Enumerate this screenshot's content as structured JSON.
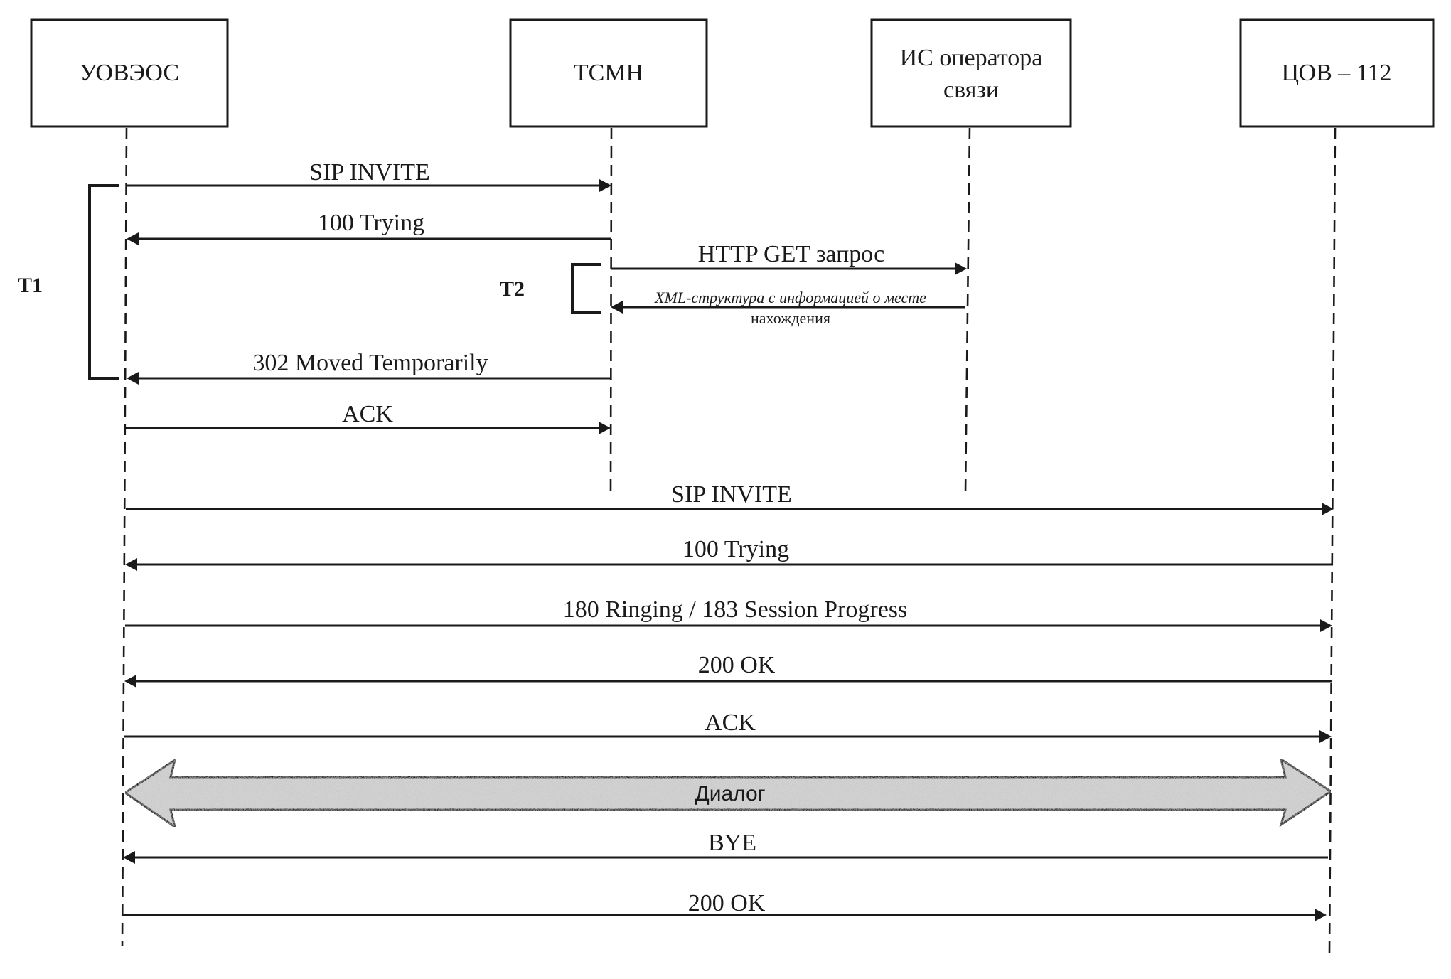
{
  "participants": [
    {
      "id": "A",
      "lines": [
        "УОВЭОС"
      ]
    },
    {
      "id": "B",
      "lines": [
        "ТСМН"
      ]
    },
    {
      "id": "C",
      "lines": [
        "ИС оператора",
        "связи"
      ]
    },
    {
      "id": "D",
      "lines": [
        "ЦОВ – 112"
      ]
    }
  ],
  "messages": [
    {
      "from": "A",
      "to": "B",
      "label": "SIP INVITE"
    },
    {
      "from": "B",
      "to": "A",
      "label": "100 Trying"
    },
    {
      "from": "B",
      "to": "C",
      "label": "HTTP GET запрос"
    },
    {
      "from": "C",
      "to": "B",
      "label": "XML-структура с информацией о месте",
      "label_below": "нахождения",
      "italic": true
    },
    {
      "from": "B",
      "to": "A",
      "label": "302 Moved Temporarily"
    },
    {
      "from": "A",
      "to": "B",
      "label": "ACK"
    },
    {
      "from": "A",
      "to": "D",
      "label": "SIP INVITE"
    },
    {
      "from": "D",
      "to": "A",
      "label": "100 Trying"
    },
    {
      "from": "A",
      "to": "D",
      "label": "180 Ringing / 183 Session Progress"
    },
    {
      "from": "D",
      "to": "A",
      "label": "200 OK"
    },
    {
      "from": "A",
      "to": "D",
      "label": "ACK"
    },
    {
      "from": "A",
      "to": "D",
      "label": "Диалог",
      "type": "bidirectional-block"
    },
    {
      "from": "D",
      "to": "A",
      "label": "BYE"
    },
    {
      "from": "A",
      "to": "D",
      "label": "200 OK"
    }
  ],
  "timers": [
    {
      "label": "T1",
      "spans_messages": [
        0,
        4
      ],
      "side": "A"
    },
    {
      "label": "T2",
      "spans_messages": [
        2,
        3
      ],
      "side": "B"
    }
  ],
  "colors": {
    "ink": "#1a1a1a",
    "dialog_fill": "#d3d3d3"
  }
}
